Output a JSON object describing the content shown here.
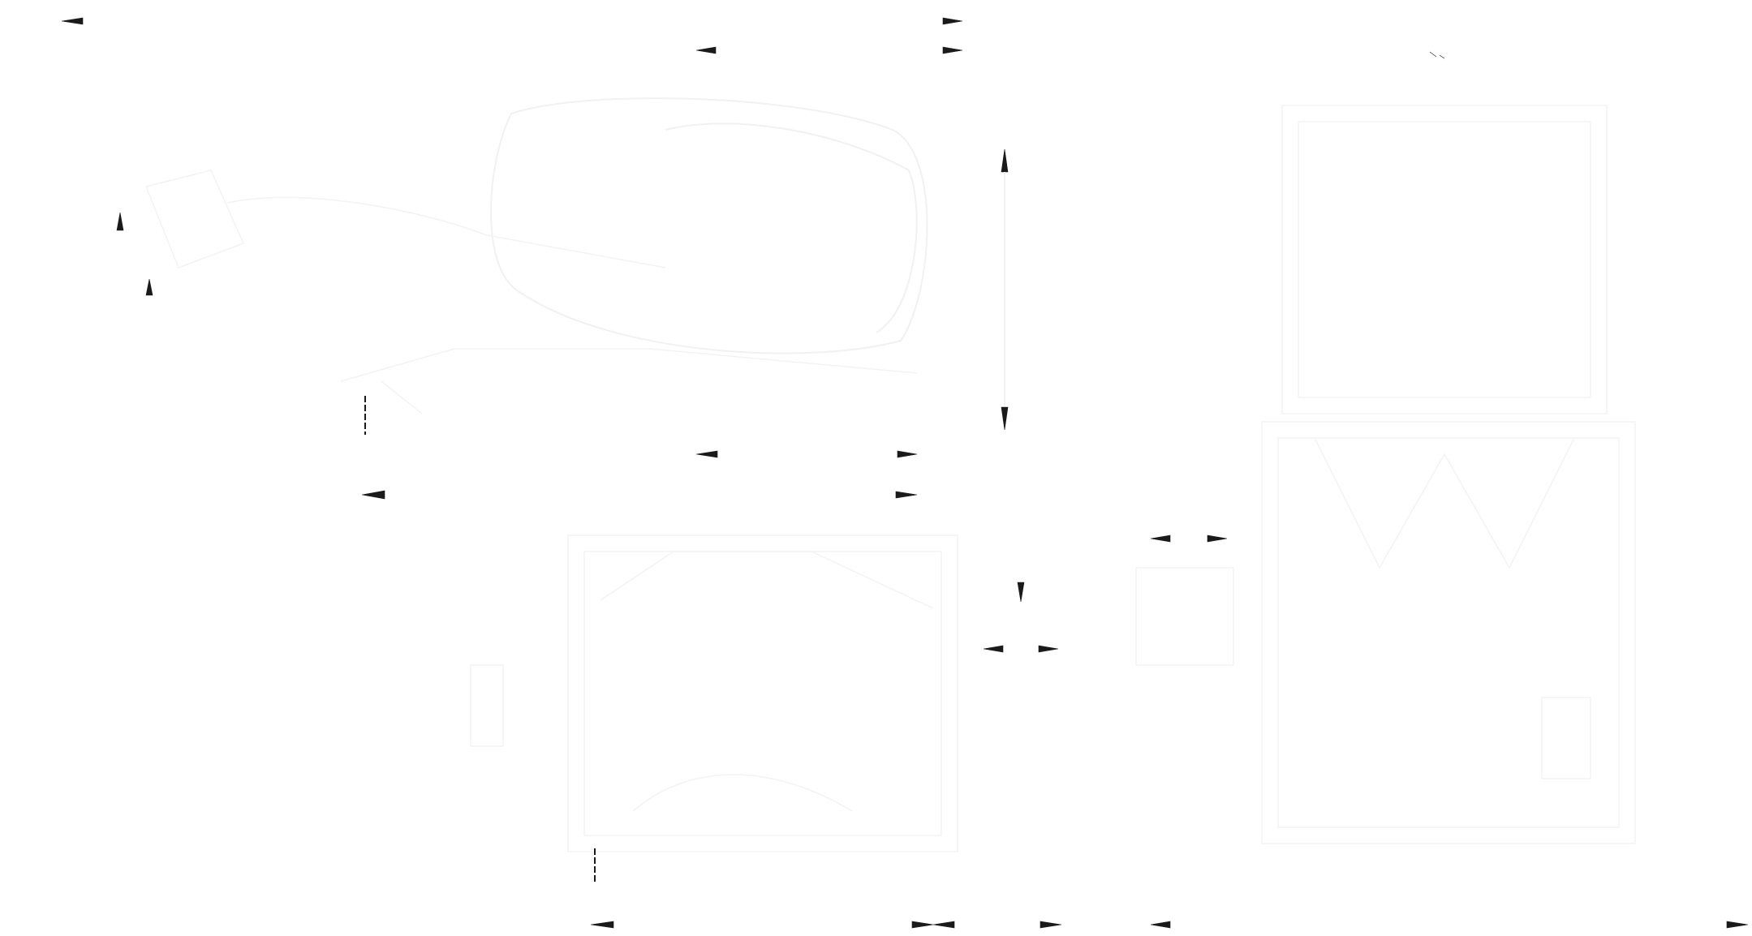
{
  "diagram": {
    "background_color": "#ffffff",
    "mark_color": "#1a1a1a",
    "ghost_color": "#f1f1f1",
    "description_visible_text": [],
    "regions": [
      {
        "name": "pistol-ghost-figure"
      },
      {
        "name": "upper-box-ghost"
      },
      {
        "name": "lower-box-ghost"
      },
      {
        "name": "right-tall-box-ghost"
      }
    ],
    "dimension_markers": [
      {
        "kind": "arrow-left",
        "name": "arrow-top-left"
      },
      {
        "kind": "arrow-right",
        "name": "arrow-top-center-right"
      },
      {
        "kind": "arrow-left",
        "name": "arrow-row2-left"
      },
      {
        "kind": "arrow-right",
        "name": "arrow-row2-right"
      },
      {
        "kind": "arrow-up",
        "name": "arrow-vertical-top"
      },
      {
        "kind": "arrow-down",
        "name": "arrow-vertical-bottom"
      },
      {
        "kind": "arrow-left",
        "name": "arrow-mid-left"
      },
      {
        "kind": "arrow-right",
        "name": "arrow-mid-right"
      },
      {
        "kind": "arrow-left",
        "name": "arrow-lower-left"
      },
      {
        "kind": "arrow-right",
        "name": "arrow-lower-right"
      },
      {
        "kind": "arrow-left",
        "name": "arrow-small-box-left"
      },
      {
        "kind": "arrow-right",
        "name": "arrow-small-box-right"
      },
      {
        "kind": "arrow-left",
        "name": "arrow-inner-left"
      },
      {
        "kind": "arrow-right",
        "name": "arrow-inner-right"
      },
      {
        "kind": "arrow-down",
        "name": "arrow-inner-down"
      },
      {
        "kind": "arrow-left",
        "name": "arrow-bottom-left"
      },
      {
        "kind": "arrow-right",
        "name": "arrow-bottom-mid-right"
      },
      {
        "kind": "arrow-left",
        "name": "arrow-bottom-mid-left"
      },
      {
        "kind": "arrow-right",
        "name": "arrow-bottom-right-a"
      },
      {
        "kind": "arrow-left",
        "name": "arrow-bottom-right-b"
      },
      {
        "kind": "arrow-right",
        "name": "arrow-far-right"
      },
      {
        "kind": "tick",
        "name": "tick-upper"
      },
      {
        "kind": "tick",
        "name": "tick-lower"
      },
      {
        "kind": "arrow-down",
        "name": "arrow-barrel-top"
      },
      {
        "kind": "arrow-up",
        "name": "arrow-barrel-bottom"
      },
      {
        "kind": "mark",
        "name": "mark-top-right"
      }
    ]
  }
}
